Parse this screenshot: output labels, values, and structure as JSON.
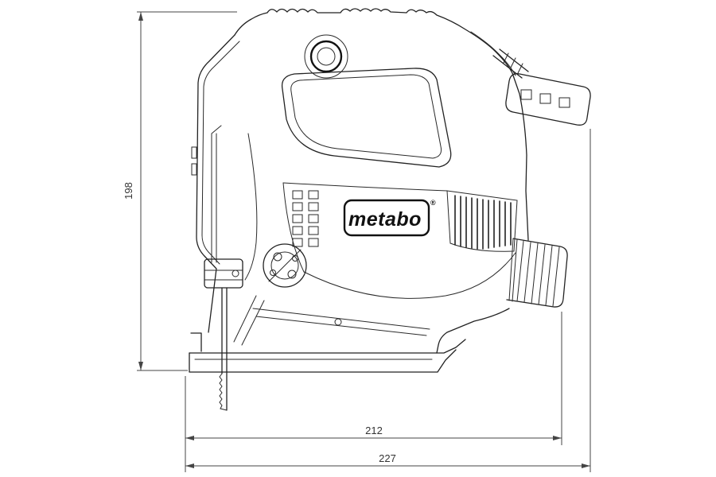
{
  "drawing": {
    "brand_label": "metabo",
    "registered_mark": "®",
    "dimensions": {
      "height": "198",
      "width_inner": "212",
      "width_overall": "227"
    }
  }
}
